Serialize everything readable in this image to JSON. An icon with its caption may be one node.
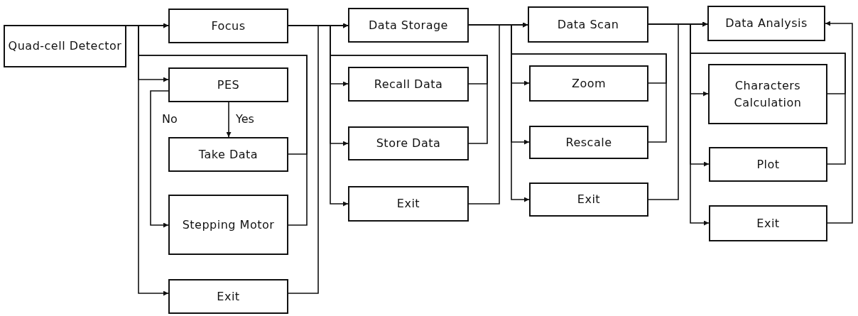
{
  "diagram": {
    "nodes": [
      {
        "text": [
          "Quad-cell Detector"
        ]
      },
      {
        "text": [
          "Focus"
        ]
      },
      {
        "text": [
          "PES"
        ]
      },
      {
        "text": [
          "Take Data"
        ]
      },
      {
        "text": [
          "Stepping Motor"
        ]
      },
      {
        "text": [
          "Exit"
        ]
      },
      {
        "text": [
          "Data Storage"
        ]
      },
      {
        "text": [
          "Recall Data"
        ]
      },
      {
        "text": [
          "Store Data"
        ]
      },
      {
        "text": [
          "Exit"
        ]
      },
      {
        "text": [
          "Data Scan"
        ]
      },
      {
        "text": [
          "Zoom"
        ]
      },
      {
        "text": [
          "Rescale"
        ]
      },
      {
        "text": [
          "Exit"
        ]
      },
      {
        "text": [
          "Data Analysis"
        ]
      },
      {
        "text": [
          "Characters Calculation"
        ]
      },
      {
        "text": [
          "Plot"
        ]
      },
      {
        "text": [
          "Exit"
        ]
      }
    ],
    "edges": [
      {
        "from": 0,
        "to": 1,
        "arrow": "none"
      },
      {
        "from": 0,
        "to": 2,
        "arrow": "to"
      },
      {
        "from": 0,
        "to": 5,
        "arrow": "to"
      },
      {
        "from": 2,
        "to": 3,
        "arrow": "to",
        "label": "Yes"
      },
      {
        "from": 2,
        "to": 4,
        "arrow": "to",
        "label": "No"
      },
      {
        "from": 3,
        "to": 1,
        "arrow": "to"
      },
      {
        "from": 4,
        "to": 1,
        "arrow": "to"
      },
      {
        "from": 1,
        "to": 6,
        "arrow": "none"
      },
      {
        "from": 5,
        "to": 6,
        "arrow": "to"
      },
      {
        "from": 1,
        "to": 7,
        "arrow": "to"
      },
      {
        "from": 1,
        "to": 8,
        "arrow": "to"
      },
      {
        "from": 1,
        "to": 9,
        "arrow": "to"
      },
      {
        "from": 7,
        "to": 6,
        "arrow": "to"
      },
      {
        "from": 8,
        "to": 6,
        "arrow": "to"
      },
      {
        "from": 6,
        "to": 10,
        "arrow": "none"
      },
      {
        "from": 9,
        "to": 10,
        "arrow": "to"
      },
      {
        "from": 6,
        "to": 11,
        "arrow": "to"
      },
      {
        "from": 6,
        "to": 12,
        "arrow": "to"
      },
      {
        "from": 6,
        "to": 13,
        "arrow": "to"
      },
      {
        "from": 11,
        "to": 10,
        "arrow": "to"
      },
      {
        "from": 12,
        "to": 10,
        "arrow": "to"
      },
      {
        "from": 10,
        "to": 14,
        "arrow": "none"
      },
      {
        "from": 13,
        "to": 14,
        "arrow": "to"
      },
      {
        "from": 10,
        "to": 15,
        "arrow": "to"
      },
      {
        "from": 10,
        "to": 16,
        "arrow": "to"
      },
      {
        "from": 10,
        "to": 17,
        "arrow": "to"
      },
      {
        "from": 15,
        "to": 14,
        "arrow": "to"
      },
      {
        "from": 16,
        "to": 14,
        "arrow": "to"
      },
      {
        "from": 17,
        "to": 14,
        "arrow": "to"
      }
    ]
  }
}
